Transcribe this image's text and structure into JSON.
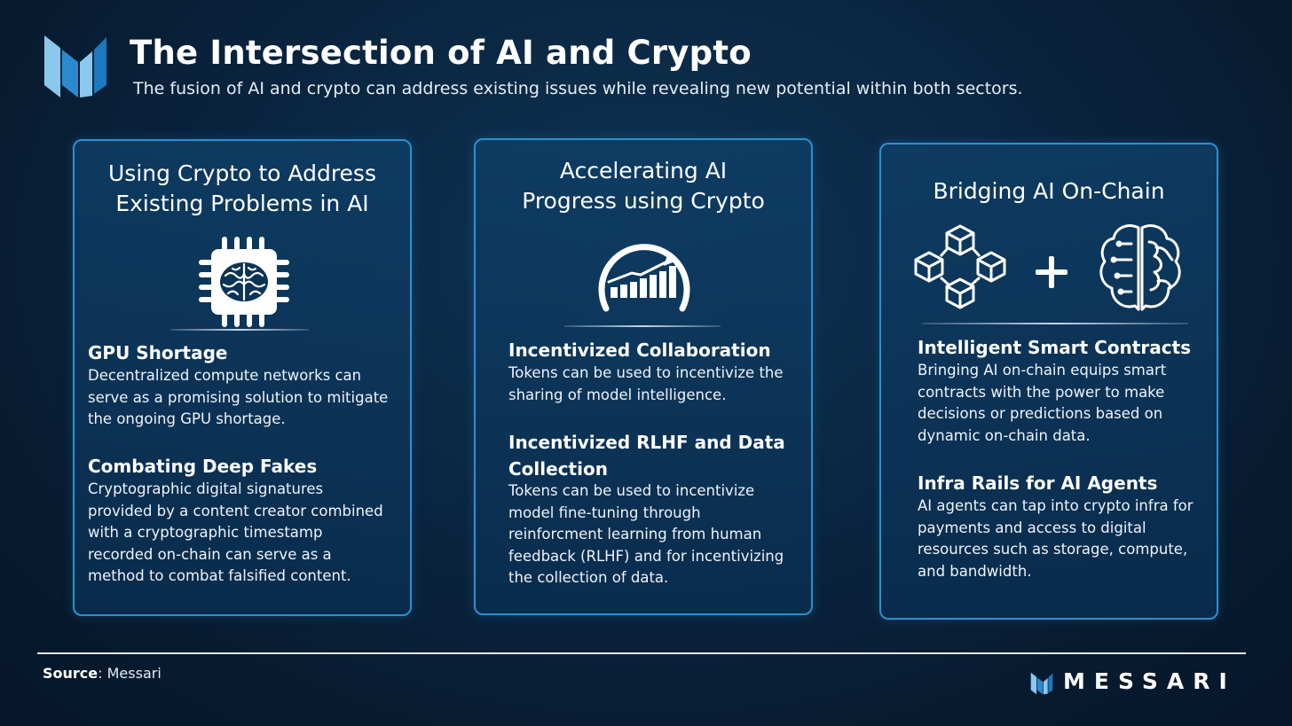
{
  "header": {
    "title": "The Intersection of AI and Crypto",
    "subtitle": "The fusion of AI and crypto can address existing issues while revealing new potential within both sectors."
  },
  "cards": [
    {
      "title_line1": "Using Crypto to Address",
      "title_line2": "Existing Problems in AI",
      "icon": "chip-brain-icon",
      "sections": [
        {
          "title": "GPU Shortage",
          "body_lines": [
            "Decentralized compute networks can",
            "serve as a promising solution to mitigate",
            "the ongoing GPU shortage."
          ]
        },
        {
          "title": "Combating Deep Fakes",
          "body_lines": [
            "Cryptographic digital signatures",
            "provided by a content creator combined",
            "with a cryptographic timestamp",
            "recorded on-chain can serve as a",
            "method to combat falsified content."
          ]
        }
      ]
    },
    {
      "title_line1": "Accelerating AI",
      "title_line2": "Progress using Crypto",
      "icon": "growth-gauge-icon",
      "sections": [
        {
          "title": "Incentivized Collaboration",
          "body_lines": [
            "Tokens can be used to incentivize the",
            "sharing of model intelligence."
          ]
        },
        {
          "title_line1": "Incentivized RLHF and Data",
          "title_line2": "Collection",
          "body_lines": [
            "Tokens can be used to incentivize",
            "model fine-tuning through",
            "reinforcment learning from human",
            "feedback (RLHF) and for incentivizing",
            "the collection of data."
          ]
        }
      ]
    },
    {
      "title_line1": "Bridging AI On-Chain",
      "icon": "blockchain-plus-brain-icon",
      "sections": [
        {
          "title": "Intelligent Smart Contracts",
          "body_lines": [
            "Bringing AI on-chain equips smart",
            "contracts with the power to make",
            "decisions or predictions based on",
            "dynamic on-chain data."
          ]
        },
        {
          "title": "Infra Rails for AI Agents",
          "body_lines": [
            "AI agents can tap into crypto infra for",
            "payments and access to digital",
            "resources such as storage, compute,",
            "and bandwidth."
          ]
        }
      ]
    }
  ],
  "footer": {
    "source_label": "Source",
    "source_value": ": Messari",
    "brand": "MESSARI"
  },
  "colors": {
    "background": "#0a2540",
    "card_border": "#2d8fd0",
    "logo_light": "#7fc3ec",
    "logo_dark": "#1d82c8",
    "text": "#ffffff"
  }
}
